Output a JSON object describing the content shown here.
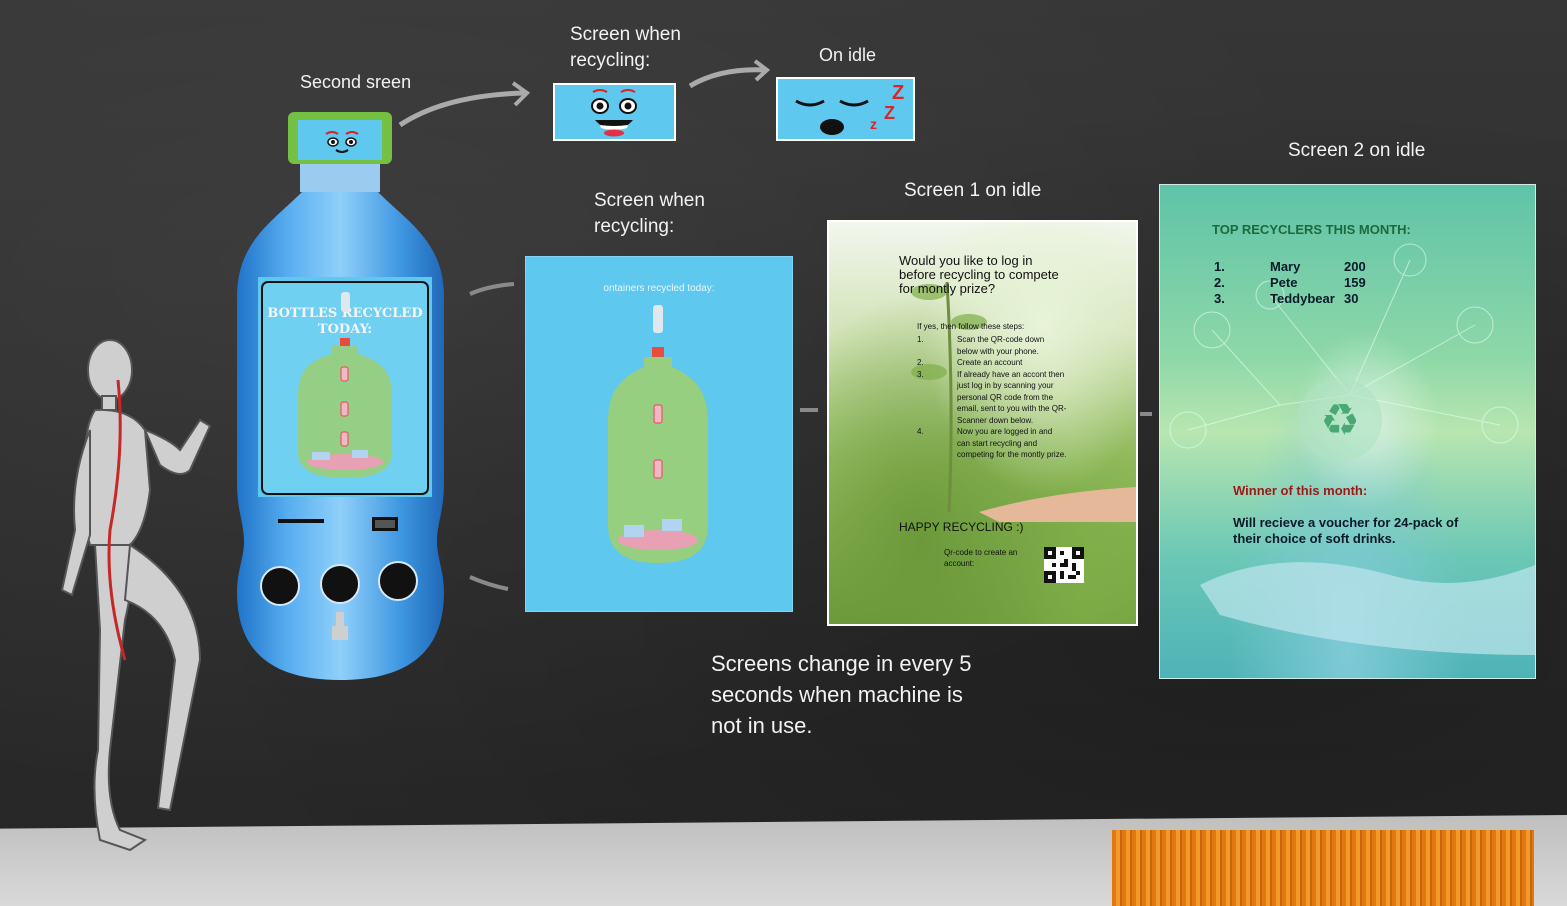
{
  "labels": {
    "second_screen": "Second sreen",
    "screen_recycling_top": "Screen when\nrecycling:",
    "on_idle": "On idle",
    "screen_recycling_main": "Screen when\nrecycling:",
    "screen1_idle": "Screen 1 on idle",
    "screen2_idle": "Screen 2 on idle",
    "note": "Screens change in every 5\nseconds when machine is\nnot in use."
  },
  "bottle_screen": {
    "title": "BOTTLES RECYCLED\nTODAY:"
  },
  "recycle_screen": {
    "title": "ontainers recycled today:"
  },
  "screen1": {
    "question": "Would you like to log in before recycling to compete for montly prize?",
    "follow": "If yes, then follow these steps:",
    "steps": [
      {
        "n": "1.",
        "text": "Scan the QR-code down below with your phone."
      },
      {
        "n": "2.",
        "text": "Create an account"
      },
      {
        "n": "3.",
        "text": "If already have an accont then just log in by scanning your personal QR code from the email, sent to you with the QR-Scanner down below."
      },
      {
        "n": "4.",
        "text": "Now you are logged in and can start recycling and competing for the montly prize."
      }
    ],
    "happy": "HAPPY RECYCLING :)",
    "qr_label": "Qr-code to create an account:"
  },
  "screen2": {
    "top_title": "TOP RECYCLERS THIS MONTH:",
    "ranking": [
      {
        "n": "1.",
        "name": "Mary",
        "score": "200"
      },
      {
        "n": "2.",
        "name": "Pete",
        "score": "159"
      },
      {
        "n": "3.",
        "name": "Teddybear",
        "score": "30"
      }
    ],
    "winner_title": "Winner of this month:",
    "prize": "Will recieve a voucher for 24-pack of their choice of soft drinks."
  },
  "colors": {
    "screen_blue": "#5ec8ef",
    "board": "#2e2e2e",
    "winner_red": "#9a1a1a"
  }
}
